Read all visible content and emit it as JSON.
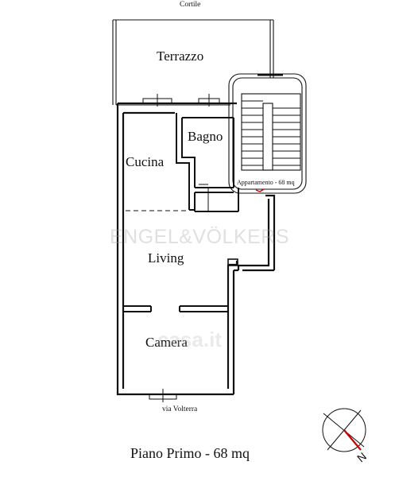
{
  "labels": {
    "top": "Cortile",
    "bottom": "via Volterra",
    "caption": "Piano Primo - 68 mq"
  },
  "rooms": {
    "terrazzo": "Terrazzo",
    "bagno": "Bagno",
    "cucina": "Cucina",
    "living": "Living",
    "camera": "Camera"
  },
  "annotations": {
    "unit": "Appartamento - 68 mq"
  },
  "watermarks": {
    "agency": "ENGEL&VÖLKERS",
    "portal": "casa.it"
  },
  "compass": {
    "north": "N"
  },
  "colors": {
    "ink": "#111111",
    "accent": "#cc0000"
  }
}
